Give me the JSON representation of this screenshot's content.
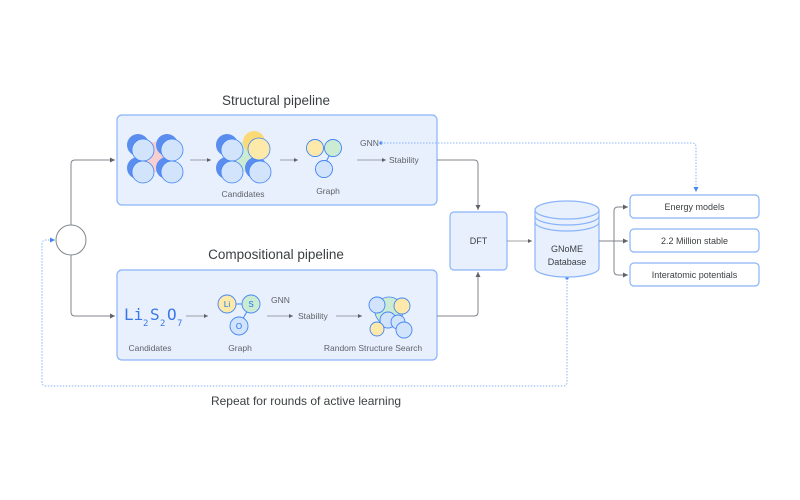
{
  "structural": {
    "title": "Structural pipeline",
    "candidates_label": "Candidates",
    "graph_label": "Graph",
    "gnn_label": "GNN",
    "stability_label": "Stability"
  },
  "compositional": {
    "title": "Compositional pipeline",
    "formula": {
      "Li": "Li",
      "Li_sub": "2",
      "S": "S",
      "S_sub": "2",
      "O": "O",
      "O_sub": "7"
    },
    "candidates_label": "Candidates",
    "graph_label": "Graph",
    "node_li": "Li",
    "node_s": "S",
    "node_o": "O",
    "gnn_label": "GNN",
    "stability_label": "Stability",
    "rss_label": "Random Structure Search"
  },
  "dft": {
    "label": "DFT"
  },
  "database": {
    "line1": "GNoME",
    "line2": "Database"
  },
  "outputs": [
    {
      "label": "Energy models"
    },
    {
      "label": "2.2 Million stable"
    },
    {
      "label": "Interatomic potentials"
    }
  ],
  "loop_label": "Repeat for rounds of active learning",
  "colors": {
    "blue_dark": "#5b8def",
    "blue_light": "#d2e3fc",
    "box_fill": "#e8f0fe",
    "box_stroke": "#8ab4f8",
    "yellow": "#fde9a9",
    "green": "#ccebd3",
    "pink": "#f8cfd0",
    "line": "#80868b",
    "dotted": "#4285f4"
  }
}
